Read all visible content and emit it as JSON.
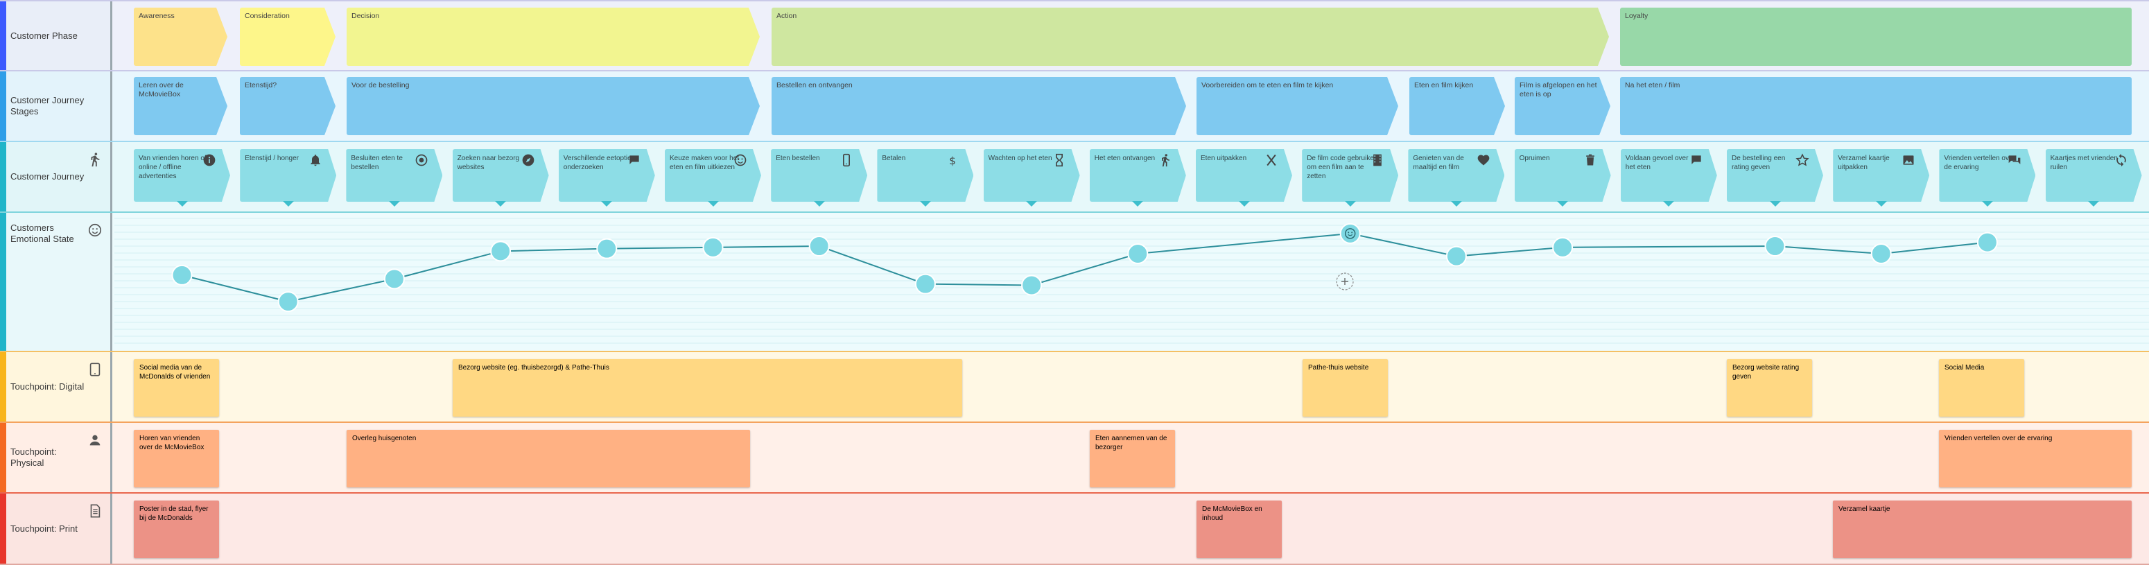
{
  "lanes": {
    "phase": {
      "label": "Customer Phase"
    },
    "stages": {
      "label": "Customer Journey Stages"
    },
    "journey": {
      "label": "Customer Journey"
    },
    "emotion": {
      "label": "Customers Emotional State"
    },
    "digital": {
      "label": "Touchpoint: Digital"
    },
    "physical": {
      "label": "Touchpoint: Physical"
    },
    "print": {
      "label": "Touchpoint: Print"
    }
  },
  "phases": [
    {
      "label": "Awareness",
      "color": "#fde28a"
    },
    {
      "label": "Consideration",
      "color": "#fdf68a"
    },
    {
      "label": "Decision",
      "color": "#f2f590"
    },
    {
      "label": "Action",
      "color": "#cfe7a0"
    },
    {
      "label": "Loyalty",
      "color": "#98d8a8"
    }
  ],
  "stages": [
    {
      "label": "Leren over de McMovieBox"
    },
    {
      "label": "Etenstijd?"
    },
    {
      "label": "Voor de bestelling"
    },
    {
      "label": "Bestellen en ontvangen"
    },
    {
      "label": "Voorbereiden om te eten en film te kijken"
    },
    {
      "label": "Eten en film kijken"
    },
    {
      "label": "Film is afgelopen en het eten is op"
    },
    {
      "label": "Na het eten / film"
    }
  ],
  "journey": [
    {
      "label": "Van vrienden horen of online / offline advertenties",
      "icon": "info-icon"
    },
    {
      "label": "Etenstijd / honger",
      "icon": "bell-icon"
    },
    {
      "label": "Besluiten eten te bestellen",
      "icon": "target-icon"
    },
    {
      "label": "Zoeken naar bezorg websites",
      "icon": "compass-icon"
    },
    {
      "label": "Verschillende eetopties onderzoeken",
      "icon": "speech-bubble-icon"
    },
    {
      "label": "Keuze maken voor het eten en film uitkiezen",
      "icon": "smiley-icon"
    },
    {
      "label": "Eten bestellen",
      "icon": "phone-icon"
    },
    {
      "label": "Betalen",
      "icon": "dollar-icon"
    },
    {
      "label": "Wachten op het eten",
      "icon": "hourglass-icon"
    },
    {
      "label": "Het eten ontvangen",
      "icon": "walking-icon"
    },
    {
      "label": "Eten uitpakken",
      "icon": "cutlery-icon"
    },
    {
      "label": "De film code gebruiken om een film aan te zetten",
      "icon": "film-icon"
    },
    {
      "label": "Genieten van de maaltijd en film",
      "icon": "heart-icon"
    },
    {
      "label": "Opruimen",
      "icon": "trash-icon"
    },
    {
      "label": "Voldaan gevoel over het eten",
      "icon": "speech-bubble-icon"
    },
    {
      "label": "De bestelling een rating geven",
      "icon": "star-icon"
    },
    {
      "label": "Verzamel kaartje uitpakken",
      "icon": "image-icon"
    },
    {
      "label": "Vrienden vertellen over de ervaring",
      "icon": "chat-icon"
    },
    {
      "label": "Kaartjes met vrienden ruilen",
      "icon": "swap-icon"
    }
  ],
  "chart_data": {
    "type": "line",
    "x": [
      1,
      2,
      3,
      4,
      5,
      6,
      7,
      8,
      9,
      10,
      12,
      13,
      14,
      16,
      17,
      18
    ],
    "values": [
      55,
      34,
      52,
      74,
      76,
      77,
      78,
      48,
      47,
      72,
      88,
      70,
      77,
      78,
      72,
      81
    ],
    "ylim": [
      0,
      100
    ],
    "grid": true
  },
  "touchpoints": {
    "digital": [
      {
        "label": "Social media van de McDonalds of vrienden"
      },
      {
        "label": "Bezorg website (eg. thuisbezorgd) & Pathe-Thuis"
      },
      {
        "label": "Pathe-thuis website"
      },
      {
        "label": "Bezorg website rating geven"
      },
      {
        "label": "Social Media"
      }
    ],
    "physical": [
      {
        "label": "Horen van vrienden over de McMovieBox"
      },
      {
        "label": "Overleg huisgenoten"
      },
      {
        "label": "Eten aannemen van de bezorger"
      },
      {
        "label": "Vrienden vertellen over de ervaring"
      }
    ],
    "print": [
      {
        "label": "Poster in de stad, flyer bij de McDonalds"
      },
      {
        "label": "De McMovieBox en inhoud"
      },
      {
        "label": "Verzamel kaartje"
      }
    ]
  }
}
